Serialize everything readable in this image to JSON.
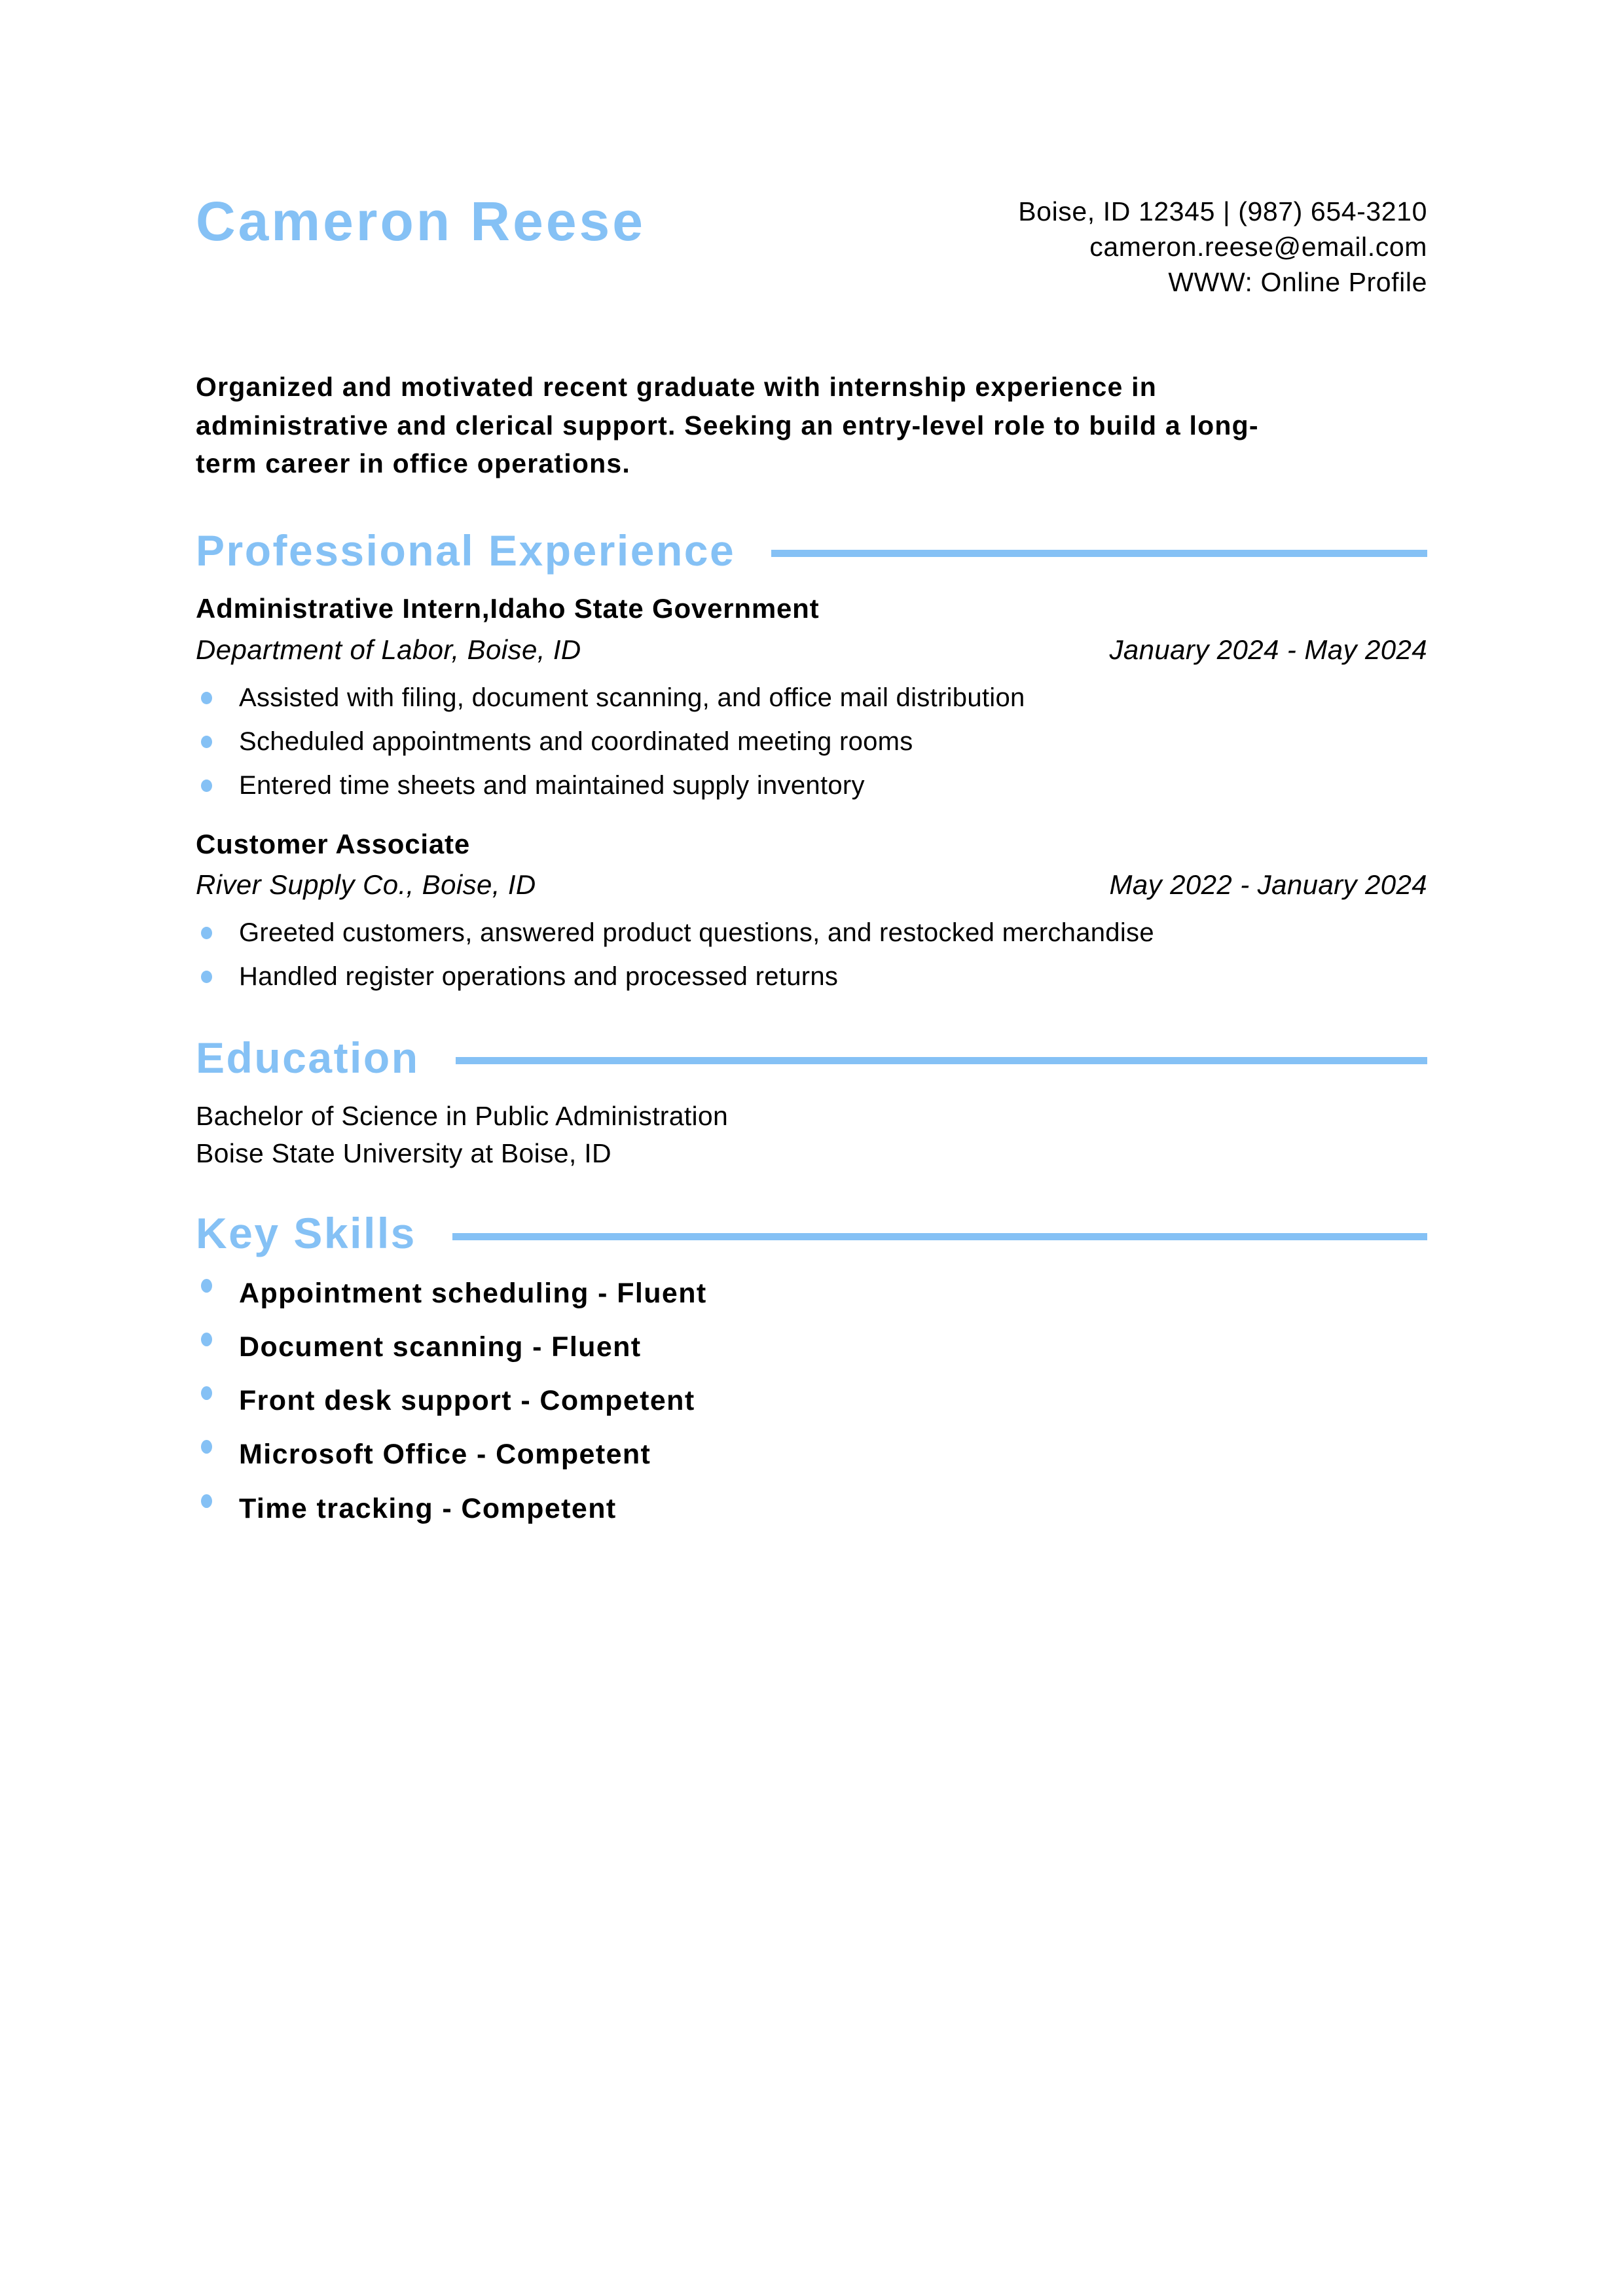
{
  "theme": {
    "accent": "#85c1f5",
    "text": "#000000",
    "background": "#ffffff"
  },
  "header": {
    "name": "Cameron Reese",
    "contact": {
      "location_phone": "Boise, ID 12345 | (987) 654-3210",
      "email": "cameron.reese@email.com",
      "website": "WWW: Online Profile"
    }
  },
  "summary": "Organized and motivated recent graduate with internship experience in administrative and clerical support. Seeking an entry-level role to build a long-term career in office operations.",
  "sections": {
    "experience": {
      "title": "Professional Experience",
      "jobs": [
        {
          "title": "Administrative Intern,Idaho State Government",
          "organization": "Department of Labor, Boise, ID",
          "dates": "January 2024 - May 2024",
          "bullets": [
            "Assisted with filing, document scanning, and office mail distribution",
            "Scheduled appointments and coordinated meeting rooms",
            "Entered time sheets and maintained supply inventory"
          ]
        },
        {
          "title": "Customer Associate",
          "organization": "River Supply Co., Boise, ID",
          "dates": "May 2022 - January 2024",
          "bullets": [
            "Greeted customers, answered product questions, and restocked merchandise",
            "Handled register operations and processed returns"
          ]
        }
      ]
    },
    "education": {
      "title": "Education",
      "degree": "Bachelor of Science in Public Administration",
      "school": "Boise State University at Boise, ID"
    },
    "skills": {
      "title": "Key Skills",
      "items": [
        "Appointment scheduling - Fluent",
        "Document scanning - Fluent",
        "Front desk support - Competent",
        "Microsoft Office - Competent",
        "Time tracking - Competent"
      ]
    }
  }
}
